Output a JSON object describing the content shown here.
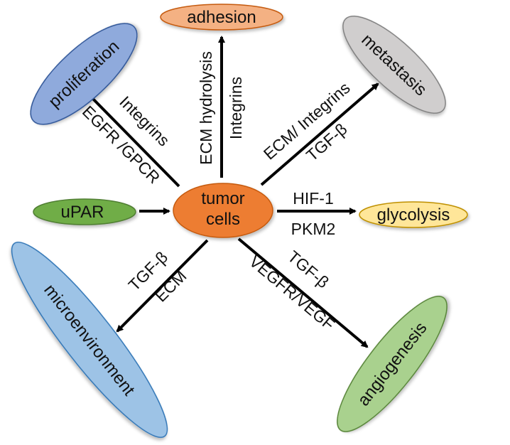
{
  "center": {
    "line1": "tumor",
    "line2": "cells",
    "fill": "#ED7D31",
    "stroke": "#C55A11"
  },
  "input": {
    "label": "uPAR",
    "fill": "#70AD47",
    "stroke": "#507E32"
  },
  "outcomes": {
    "adhesion": {
      "label": "adhesion",
      "fill": "#F4B183",
      "stroke": "#C55A11"
    },
    "proliferation": {
      "label": "proliferation",
      "fill": "#8FAADC",
      "stroke": "#2F5597"
    },
    "metastasis": {
      "label": "metastasis",
      "fill": "#D0CECE",
      "stroke": "#7F7F7F"
    },
    "glycolysis": {
      "label": "glycolysis",
      "fill": "#FFE699",
      "stroke": "#BF9000"
    },
    "microenvironment": {
      "label": "microenvironment",
      "fill": "#9DC3E6",
      "stroke": "#2E75B6"
    },
    "angiogenesis": {
      "label": "angiogenesis",
      "fill": "#A9D18E",
      "stroke": "#548235"
    }
  },
  "edges": {
    "adhesion": {
      "line1": "ECM hydrolysis",
      "line2": "Integrins"
    },
    "proliferation": {
      "line1": "Integrins",
      "line2": "EGFR /GPCR"
    },
    "metastasis": {
      "line1": "ECM/ Integrins",
      "line2": "TGF-β"
    },
    "glycolysis": {
      "line1": "HIF-1",
      "line2": "PKM2"
    },
    "microenvironment": {
      "line1": "TGF-β",
      "line2": "ECM"
    },
    "angiogenesis": {
      "line1": "TGF-β",
      "line2": "VEGFR/VEGF"
    }
  }
}
